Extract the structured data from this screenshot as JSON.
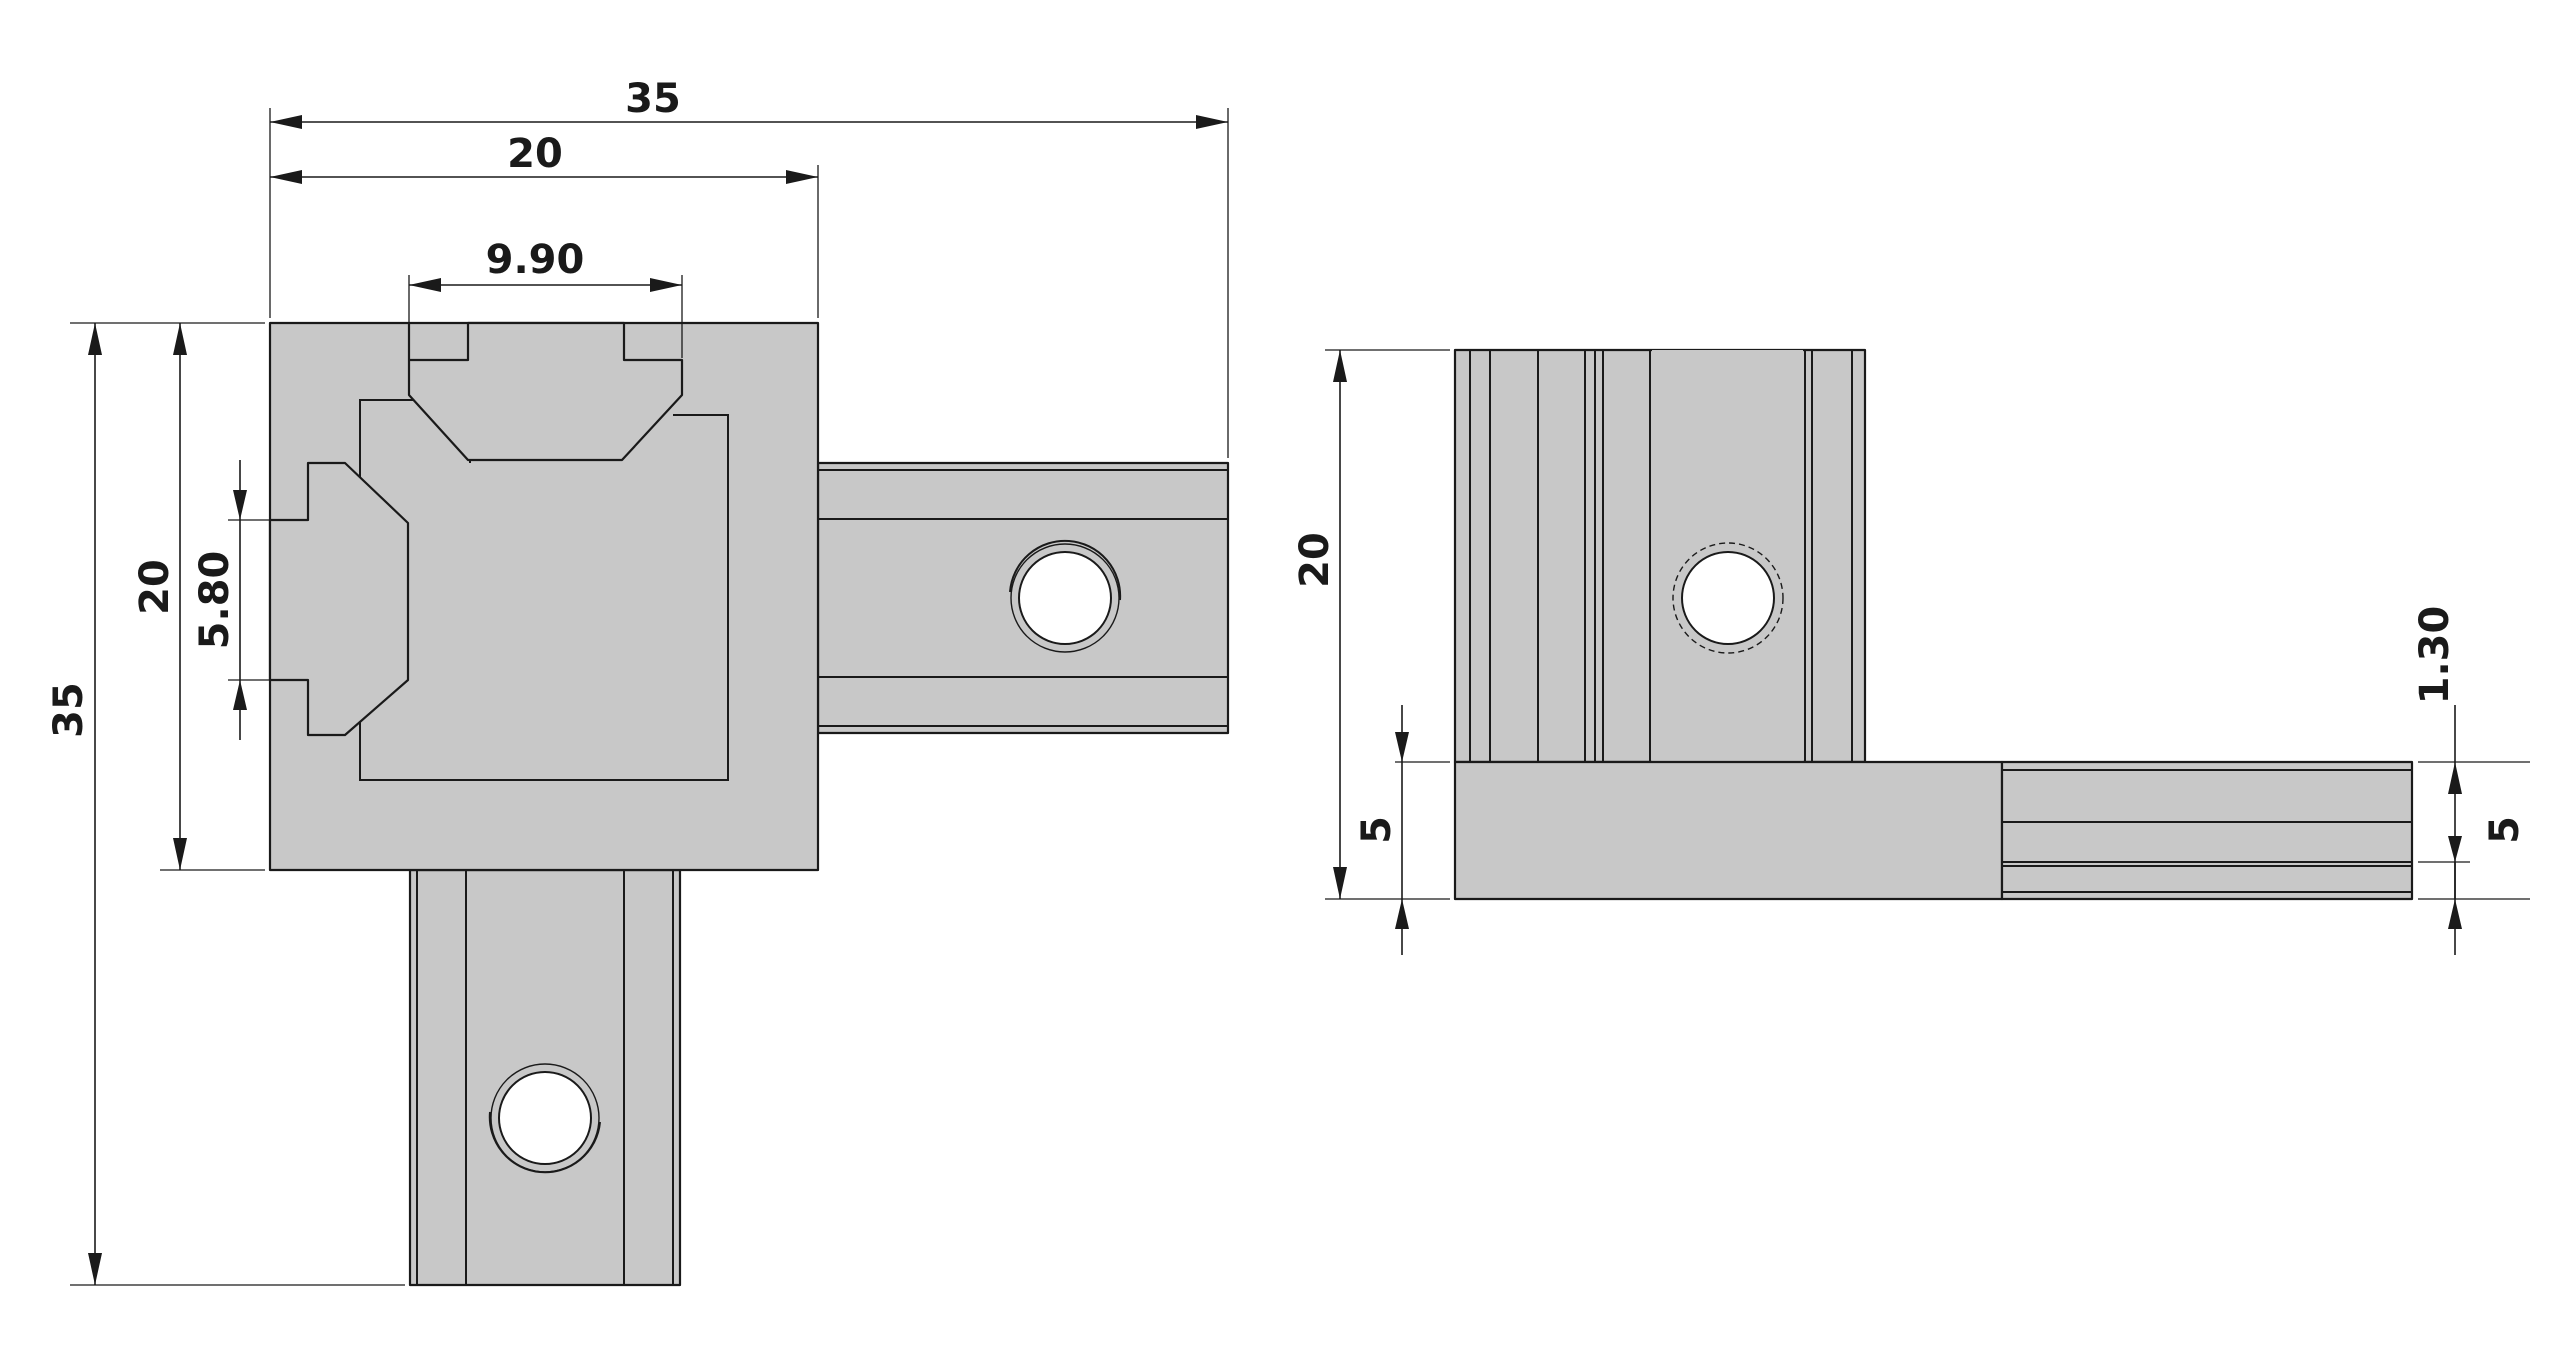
{
  "dimensions": {
    "front_overall_width": "35",
    "front_square_width": "20",
    "front_slot_width": "9.90",
    "front_overall_height": "35",
    "front_square_height": "20",
    "front_slot_height": "5.80",
    "side_height": "20",
    "side_base_thickness": "5",
    "side_right_thickness": "5",
    "side_groove_depth": "1.30"
  },
  "colors": {
    "part_fill": "#c8c8c8",
    "outline": "#1a1a1a",
    "background": "#ffffff"
  }
}
